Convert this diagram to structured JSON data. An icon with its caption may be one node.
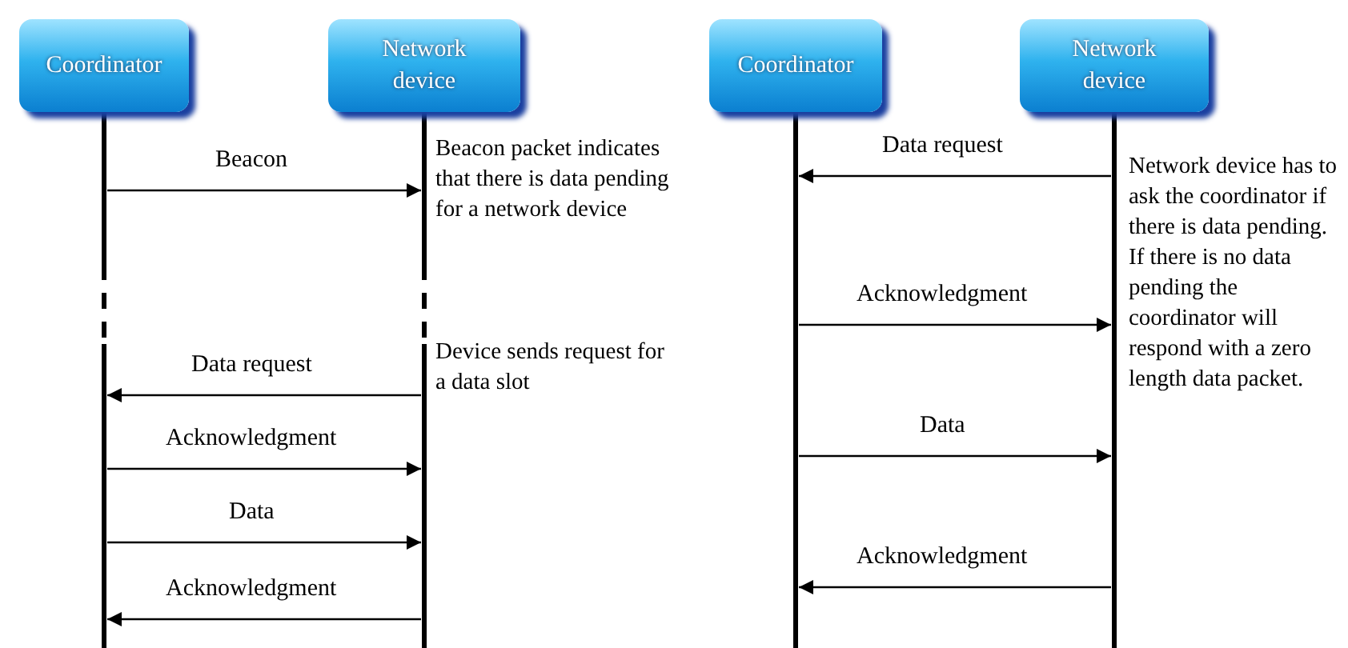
{
  "diagram": {
    "nodes": [
      {
        "text": [
          "Coordinator"
        ]
      },
      {
        "text": [
          "Network device"
        ]
      },
      {
        "text": [
          "Coordinator"
        ]
      },
      {
        "text": [
          "Network device"
        ]
      }
    ],
    "edges": [
      {
        "from": 0,
        "to": 1,
        "arrow": "to",
        "label": "Beacon"
      },
      {
        "from": 1,
        "to": 0,
        "arrow": "to",
        "label": "Data request"
      },
      {
        "from": 0,
        "to": 1,
        "arrow": "to",
        "label": "Acknowledgment"
      },
      {
        "from": 0,
        "to": 1,
        "arrow": "to",
        "label": "Data"
      },
      {
        "from": 1,
        "to": 0,
        "arrow": "to",
        "label": "Acknowledgment"
      },
      {
        "from": 3,
        "to": 2,
        "arrow": "to",
        "label": "Data request"
      },
      {
        "from": 2,
        "to": 3,
        "arrow": "to",
        "label": "Acknowledgment"
      },
      {
        "from": 2,
        "to": 3,
        "arrow": "to",
        "label": "Data"
      },
      {
        "from": 3,
        "to": 2,
        "arrow": "to",
        "label": "Acknowledgment"
      }
    ],
    "labels": [
      "Beacon packet indicates that there is data pending for a network device",
      "Device sends request for a data slot",
      "Network device has to ask the coordinator if there is data pending. If there is no data pending the coordinator will respond with a zero length data packet."
    ]
  }
}
